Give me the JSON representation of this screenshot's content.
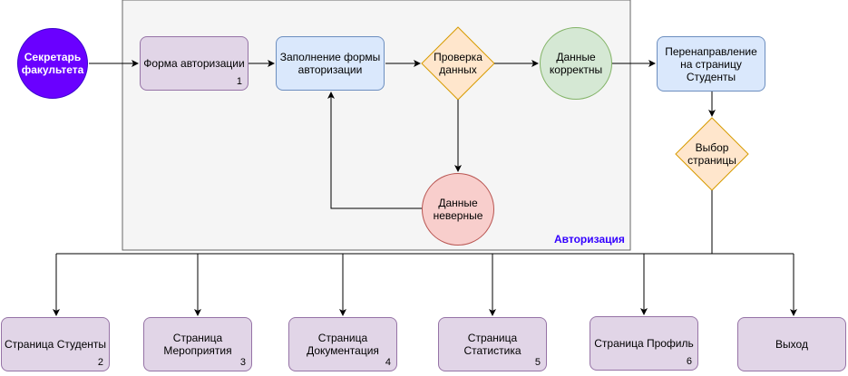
{
  "group": {
    "label": "Авторизация"
  },
  "nodes": {
    "secretary": "Секретарь факультета",
    "auth_form": "Форма авторизации",
    "auth_form_num": "1",
    "fill_form": "Заполнение формы авторизации",
    "check_data": "Проверка данных",
    "data_correct": "Данные корректны",
    "data_wrong": "Данные неверные",
    "redirect": "Перенаправление на страницу Студенты",
    "choose_page": "Выбор страницы",
    "page_students": "Страница Студенты",
    "page_students_num": "2",
    "page_events": "Страница Мероприятия",
    "page_events_num": "3",
    "page_docs": "Страница Документация",
    "page_docs_num": "4",
    "page_stats": "Страница Статистика",
    "page_stats_num": "5",
    "page_profile": "Страница Профиль",
    "page_profile_num": "6",
    "exit": "Выход"
  }
}
